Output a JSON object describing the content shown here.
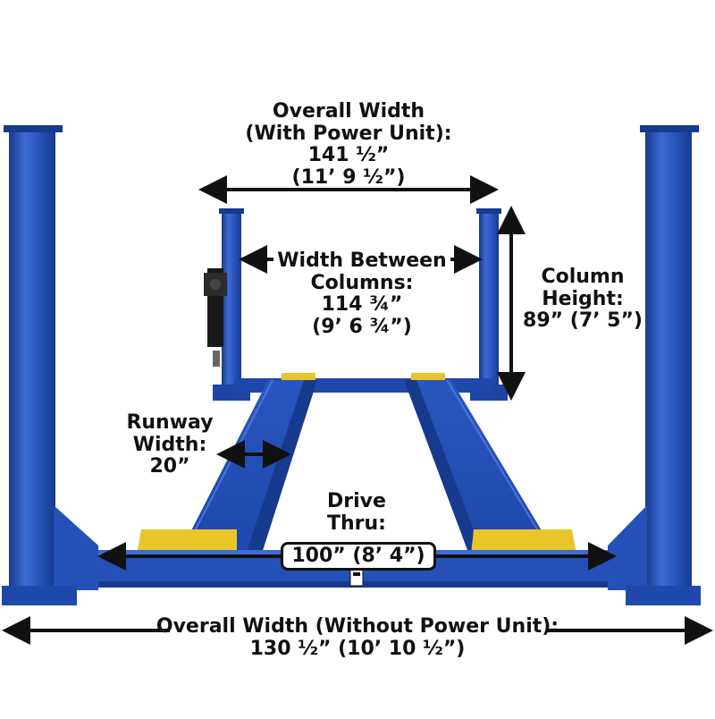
{
  "colors": {
    "lift_blue": "#2450b8",
    "lift_blue_dark": "#173a8c",
    "lift_blue_light": "#3e6ad4",
    "runway_yellow": "#e8c62a",
    "arrow": "#111111",
    "label_text": "#111111",
    "background": "#ffffff"
  },
  "labels": {
    "overall_with_power": {
      "line1": "Overall Width",
      "line2": "(With Power Unit):",
      "line3": "141 ½”",
      "line4": "(11’ 9 ½”)"
    },
    "width_between_columns": {
      "line1": "Width Between",
      "line2": "Columns:",
      "line3": "114 ¾”",
      "line4": "(9’ 6 ¾”)"
    },
    "column_height": {
      "line1": "Column",
      "line2": "Height:",
      "line3": "89” (7’ 5”)"
    },
    "runway_width": {
      "line1": "Runway",
      "line2": "Width:",
      "line3": "20”"
    },
    "drive_thru": {
      "line1": "Drive",
      "line2": "Thru:",
      "value": "100” (8’ 4”)"
    },
    "overall_without_power": {
      "line1": "Overall Width (Without Power Unit):",
      "line2": "130 ½” (10’ 10 ½”)"
    }
  },
  "icons": [
    "double-arrow-icon",
    "vertical-double-arrow-icon",
    "warning-sticker-icon",
    "power-unit-icon"
  ]
}
